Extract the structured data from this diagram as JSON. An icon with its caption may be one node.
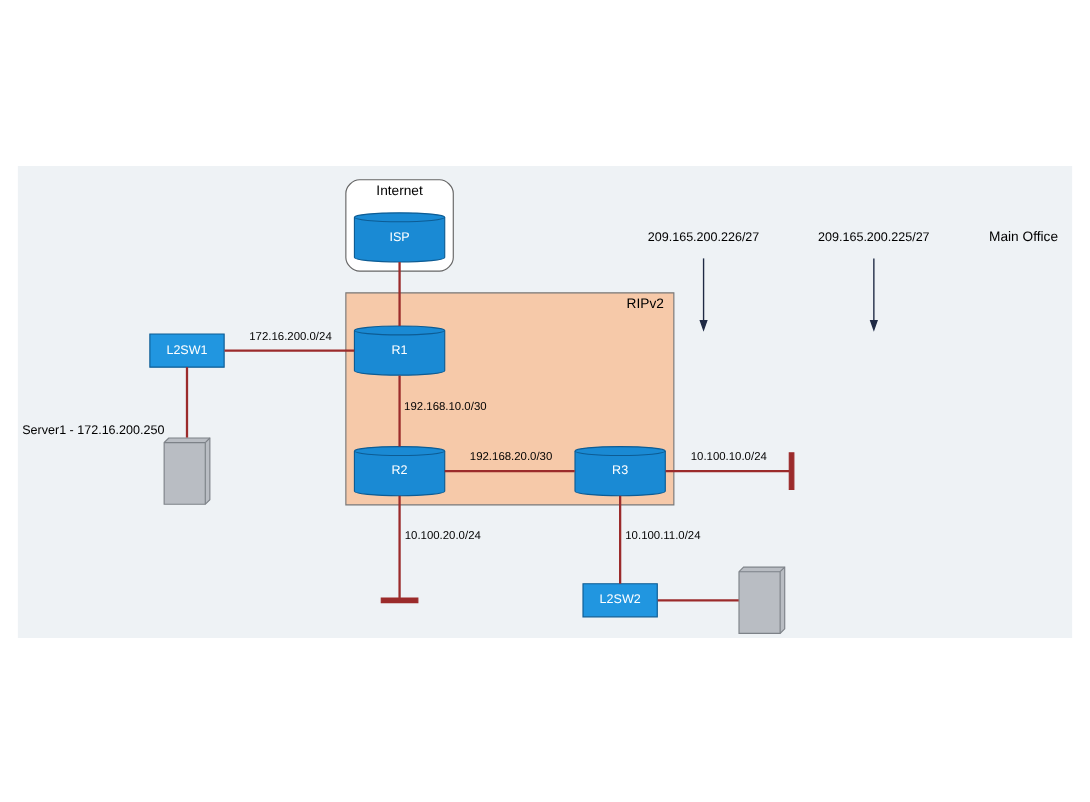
{
  "diagram": {
    "nodes": [
      {
        "text": [
          "Internet"
        ]
      },
      {
        "text": [
          "ISP"
        ],
        "in": 0
      },
      {
        "text": [
          "209.165.200.226/27"
        ]
      },
      {
        "text": [
          "209.165.200.225/27"
        ]
      },
      {
        "text": [
          "L2SW1"
        ]
      },
      {
        "text": [
          "RIPv2"
        ]
      },
      {
        "text": [
          "R1"
        ],
        "in": 5
      },
      {
        "text": [],
        "shape": "picture",
        "beside": [
          "Server1 - 172.16.200.250"
        ]
      },
      {
        "text": [
          "R2"
        ],
        "in": 5
      },
      {
        "text": [
          "R3"
        ],
        "in": 5
      },
      {
        "text": [],
        "shape": "bar"
      },
      {
        "text": [],
        "shape": "bar"
      },
      {
        "text": [
          "L2SW2"
        ]
      },
      {
        "text": [],
        "shape": "picture"
      }
    ],
    "edges": [
      {
        "from": 1,
        "to": 6,
        "arrow": "none"
      },
      {
        "from": 2,
        "to": null,
        "arrow": "to",
        "color": "#1f2a44"
      },
      {
        "from": 3,
        "to": null,
        "arrow": "to",
        "color": "#1f2a44"
      },
      {
        "from": 4,
        "to": 6,
        "arrow": "none",
        "label": "172.16.200.0/24"
      },
      {
        "from": 4,
        "to": 7,
        "arrow": "none"
      },
      {
        "from": 6,
        "to": 8,
        "arrow": "none",
        "label": "192.168.10.0/30"
      },
      {
        "from": 8,
        "to": 9,
        "arrow": "none",
        "label": "192.168.20.0/30"
      },
      {
        "from": 8,
        "to": 11,
        "arrow": "none",
        "label": "10.100.20.0/24"
      },
      {
        "from": 9,
        "to": 10,
        "arrow": "none",
        "label": "10.100.10.0/24"
      },
      {
        "from": 9,
        "to": 12,
        "arrow": "none",
        "label": "10.100.11.0/24"
      },
      {
        "from": 12,
        "to": 13,
        "arrow": "none"
      }
    ],
    "labels": [
      "Main Office"
    ]
  }
}
